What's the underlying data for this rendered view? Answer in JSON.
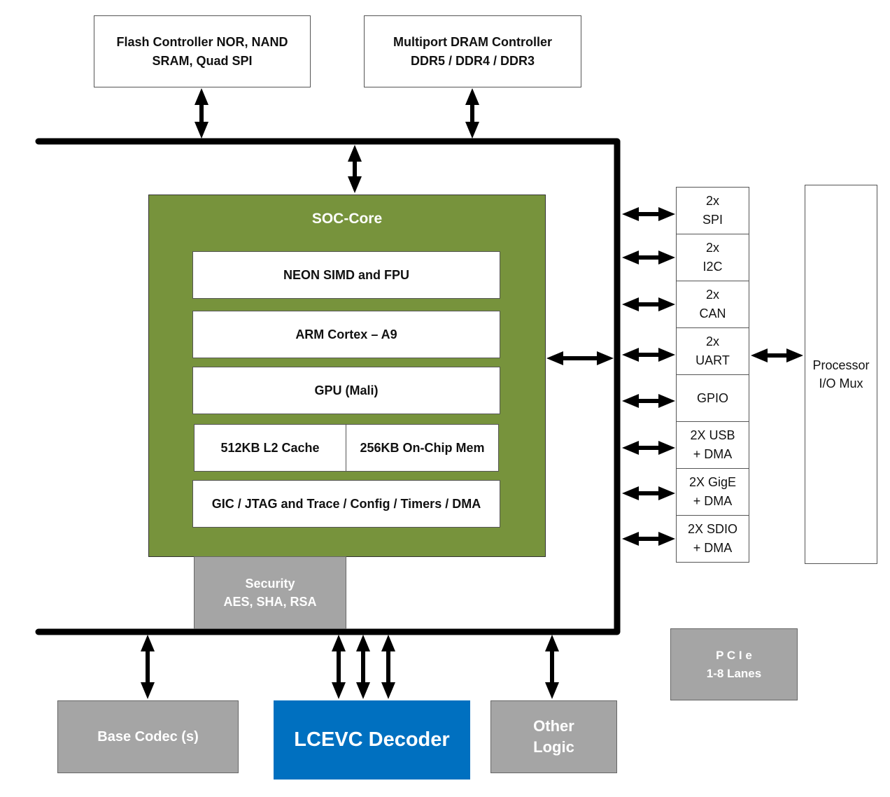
{
  "diagram": {
    "top_blocks": {
      "flash": "Flash Controller NOR, NAND\nSRAM, Quad SPI",
      "dram": "Multiport DRAM Controller\nDDR5 / DDR4 / DDR3"
    },
    "soc_core": {
      "title": "SOC-Core",
      "color": "#77933c",
      "blocks": {
        "neon": "NEON SIMD and FPU",
        "arm": "ARM Cortex – A9",
        "gpu": "GPU (Mali)",
        "l2": "512KB L2 Cache",
        "onchip": "256KB On-Chip Mem",
        "gic": "GIC / JTAG and Trace / Config / Timers / DMA"
      }
    },
    "security": "Security\nAES, SHA, RSA",
    "peripherals": [
      "2x\nSPI",
      "2x\nI2C",
      "2x\nCAN",
      "2x\nUART",
      "GPIO",
      "2X USB\n+ DMA",
      "2X GigE\n+ DMA",
      "2X SDIO\n+ DMA"
    ],
    "io_mux": "Processor\nI/O Mux",
    "pcie": "P C I e\n1-8 Lanes",
    "bottom_blocks": {
      "base_codec": "Base Codec (s)",
      "lcevc": "LCEVC Decoder",
      "lcevc_color": "#0070c0",
      "other_logic": "Other\nLogic"
    }
  }
}
